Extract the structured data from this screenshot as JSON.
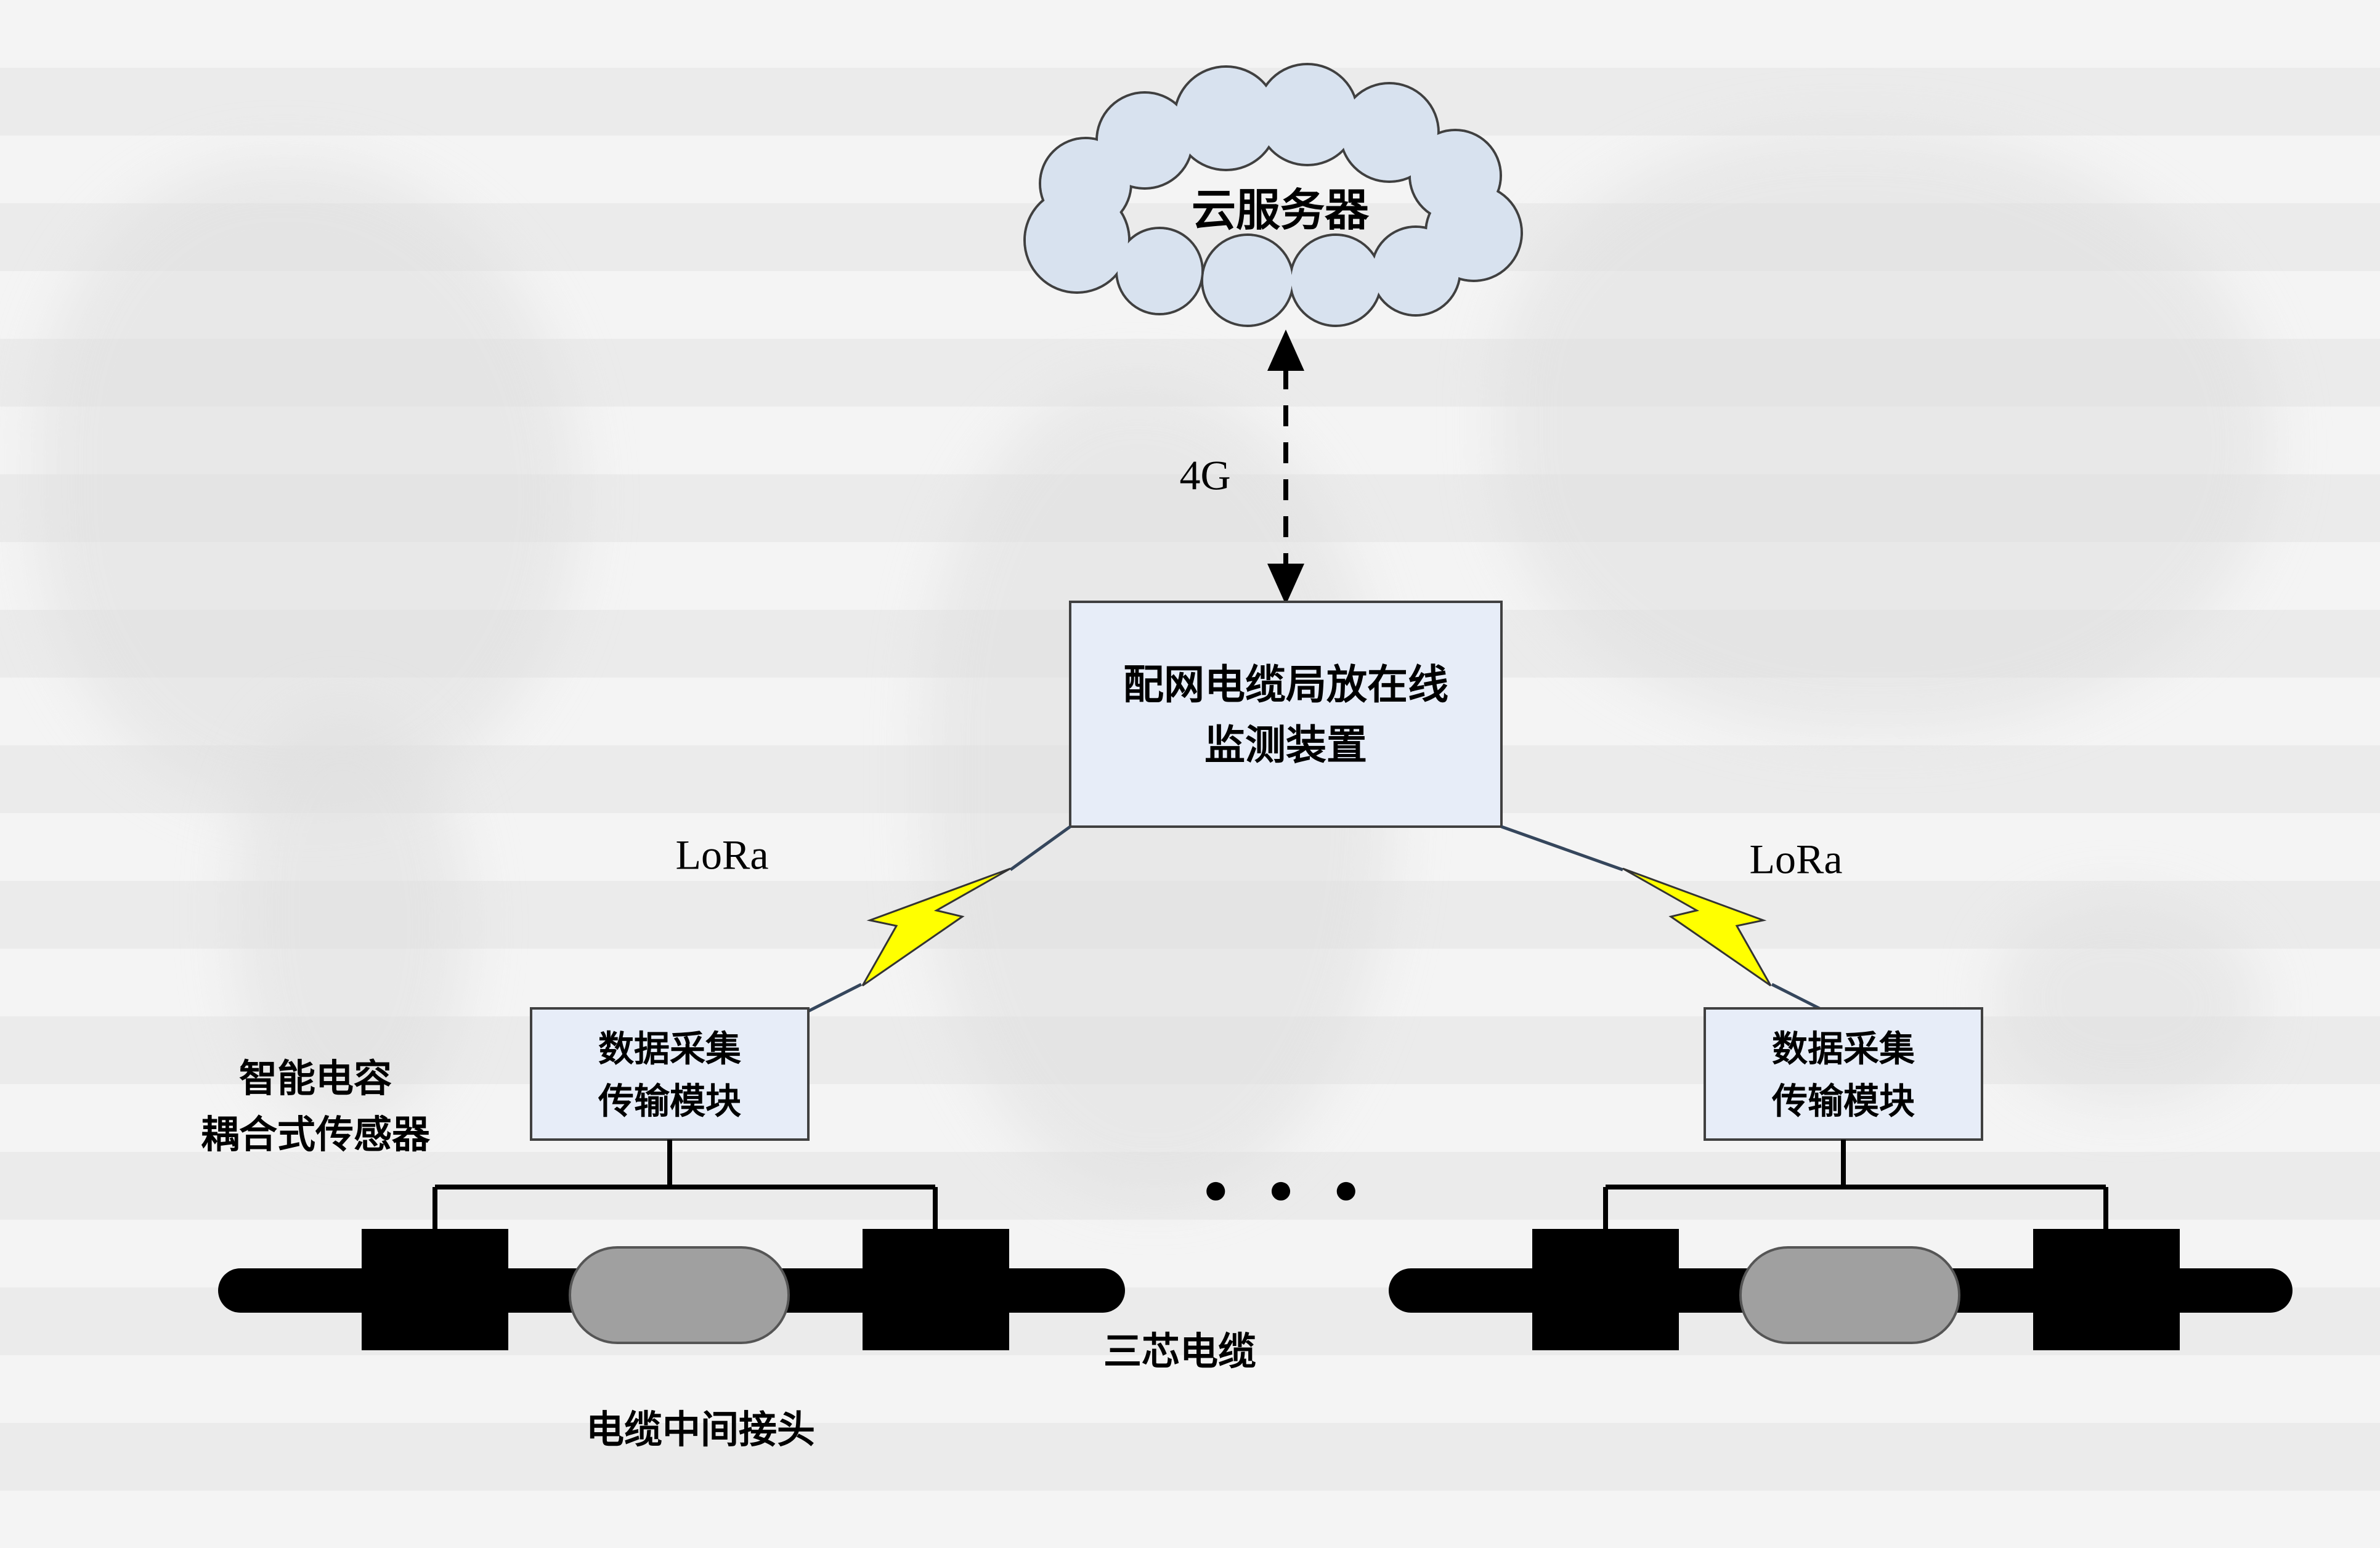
{
  "diagram": {
    "cloud": {
      "label": "云服务器"
    },
    "links": {
      "wan": "4G",
      "lora_left": "LoRa",
      "lora_right": "LoRa"
    },
    "monitor": {
      "line1": "配网电缆局放在线",
      "line2": "监测装置"
    },
    "module_left": {
      "line1": "数据采集",
      "line2": "传输模块"
    },
    "module_right": {
      "line1": "数据采集",
      "line2": "传输模块"
    },
    "labels": {
      "sensor_line1": "智能电容",
      "sensor_line2": "耦合式传感器",
      "cable": "三芯电缆",
      "joint": "电缆中间接头",
      "ellipsis": "● ● ●"
    }
  },
  "colors": {
    "cloud_fill": "#d8e2ef",
    "node_fill": "#e7edf8",
    "node_border": "#404040",
    "bolt_fill": "#ffff00",
    "bolt_border": "#333333",
    "joint_fill": "#a0a0a0",
    "joint_border": "#555555",
    "line_black": "#000000",
    "thin_link": "#35465c"
  }
}
